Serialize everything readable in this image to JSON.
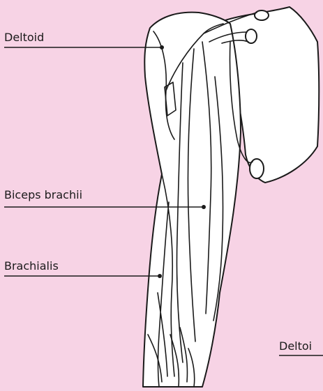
{
  "background_color": "#f7d3e5",
  "line_color": "#1a1a1a",
  "labels": {
    "deltoid": "Deltoid",
    "biceps": "Biceps brachii",
    "brachialis": "Brachialis",
    "deltoid_right": "Deltoi"
  }
}
